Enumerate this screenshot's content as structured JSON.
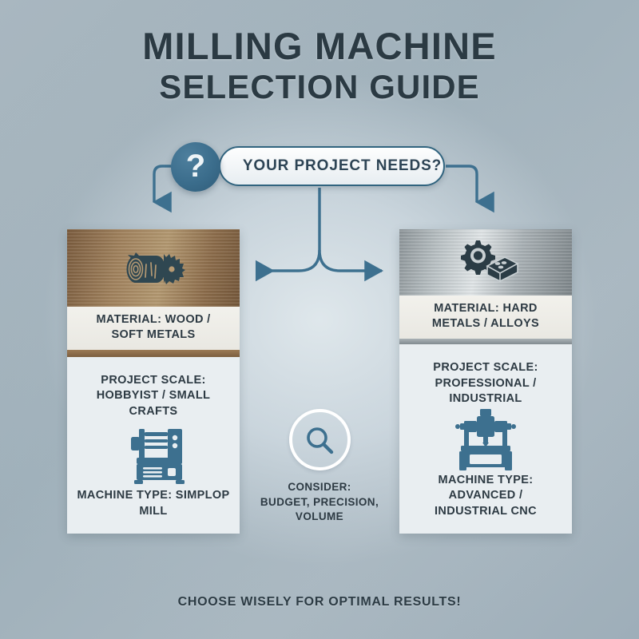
{
  "title": {
    "line1": "MILLING MACHINE",
    "line2": "SELECTION GUIDE"
  },
  "question": {
    "mark": "?",
    "label": "YOUR PROJECT NEEDS?"
  },
  "branches": [
    {
      "id": "wood",
      "hero_icon": "log-sawblade-icon",
      "material": "MATERIAL: WOOD /\nSOFT METALS",
      "material_line1": "MATERIAL: WOOD /",
      "material_line2": "SOFT METALS",
      "scale_line1": "PROJECT SCALE:",
      "scale_line2": "HOBBYIST / SMALL CRAFTS",
      "machine_icon": "benchtop-mill-icon",
      "machine_line1": "MACHINE TYPE: SIMPLOP",
      "machine_line2": "MILL"
    },
    {
      "id": "metal",
      "hero_icon": "gear-metalblock-icon",
      "material": "MATERIAL: HARD\nMETALS / ALLOYS",
      "material_line1": "MATERIAL: HARD",
      "material_line2": "METALS / ALLOYS",
      "scale_line1": "PROJECT SCALE:",
      "scale_line2": "PROFESSIONAL / INDUSTRIAL",
      "machine_icon": "industrial-cnc-mill-icon",
      "machine_line1": "MACHINE TYPE: ADVANCED /",
      "machine_line2": "INDUSTRIAL CNC"
    }
  ],
  "consider": {
    "icon": "magnifier-icon",
    "line1": "CONSIDER:",
    "line2": "BUDGET, PRECISION,",
    "line3": "VOLUME"
  },
  "footer": {
    "text": "CHOOSE WISELY FOR OPTIMAL RESULTS!"
  },
  "colors": {
    "accent_blue": "#3d708f",
    "deep_blue": "#2f5c79",
    "text_dark": "#2d3a43",
    "background": "#a6b5bf",
    "card_body": "#e9eef1",
    "wood": "#8c6c4a",
    "metal": "#aab2b6"
  }
}
